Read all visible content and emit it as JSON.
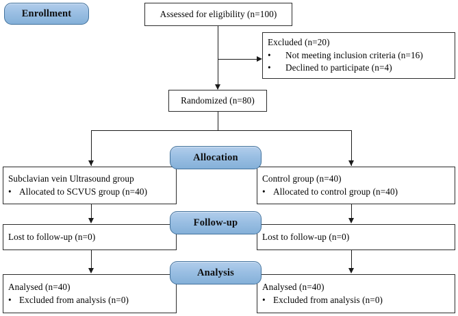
{
  "diagram": {
    "title": "CONSORT participant flow diagram",
    "type": "flowchart",
    "accent_color": "#9cc0e4",
    "accent_border_color": "#41719c",
    "line_color": "#1a1a1a",
    "box_border_color": "#2b2b2b",
    "background_color": "#ffffff"
  },
  "stages": {
    "enrollment": "Enrollment",
    "allocation": "Allocation",
    "followup": "Follow-up",
    "analysis": "Analysis"
  },
  "nodes": {
    "assessed": {
      "text": "Assessed for eligibility  (n=100)"
    },
    "excluded": {
      "heading": "Excluded  (n=20)",
      "items": [
        "Not meeting  inclusion criteria (n=16)",
        "Declined  to participate  (n=4)"
      ]
    },
    "randomized": {
      "text": "Randomized  (n=80)"
    },
    "allocation_left": {
      "heading": "Subclavian  vein Ultrasound  group",
      "items": [
        "Allocated  to SCVUS  group (n=40)"
      ]
    },
    "allocation_right": {
      "heading": "Control group  (n=40)",
      "items": [
        "Allocated to control group  (n=40)"
      ]
    },
    "followup_left": {
      "text": "Lost to follow-up (n=0)"
    },
    "followup_right": {
      "text": "Lost to follow-up (n=0)"
    },
    "analysis_left": {
      "heading": "Analysed  (n=40)",
      "items": [
        "Excluded  from analysis  (n=0)"
      ]
    },
    "analysis_right": {
      "heading": "Analysed  (n=40)",
      "items": [
        "Excluded  from analysis  (n=0)"
      ]
    }
  }
}
